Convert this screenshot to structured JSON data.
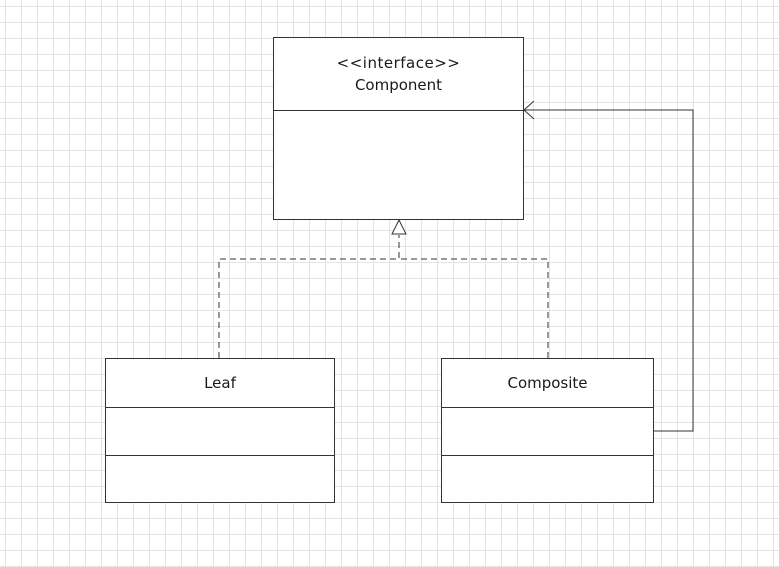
{
  "diagram": {
    "type": "UML class diagram",
    "line_color": "#333333",
    "classes": {
      "component": {
        "stereotype": "<<interface>>",
        "name": "Component"
      },
      "leaf": {
        "name": "Leaf"
      },
      "composite": {
        "name": "Composite"
      }
    },
    "relationships": [
      {
        "kind": "realization",
        "from": "Leaf",
        "to": "Component"
      },
      {
        "kind": "realization",
        "from": "Composite",
        "to": "Component"
      },
      {
        "kind": "association",
        "from": "Composite",
        "to": "Component"
      }
    ]
  }
}
